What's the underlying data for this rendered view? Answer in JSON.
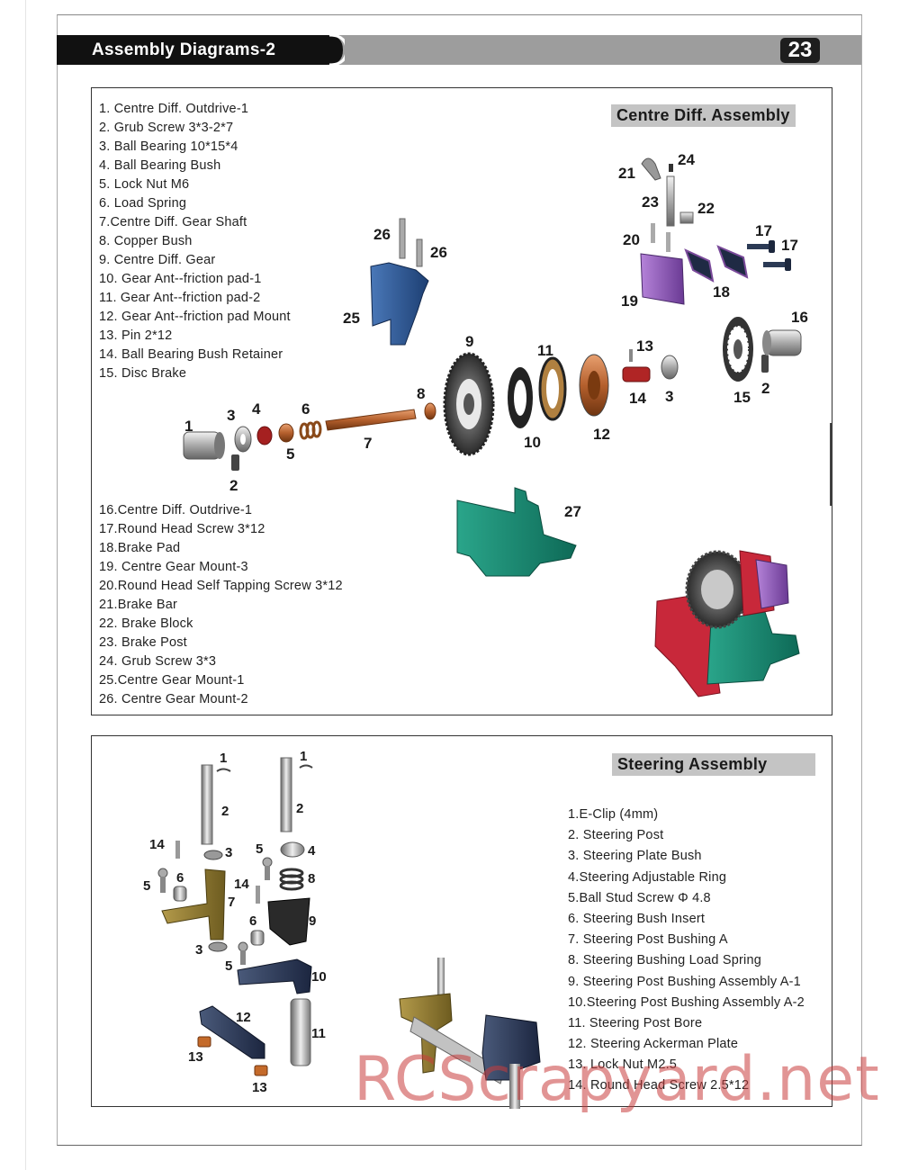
{
  "header": {
    "title": "Assembly Diagrams-2",
    "page_number": "23"
  },
  "centre_diff": {
    "title": "Centre Diff. Assembly",
    "parts_a": [
      "1. Centre Diff. Outdrive-1",
      "2. Grub Screw 3*3-2*7",
      "3. Ball Bearing 10*15*4",
      "4. Ball Bearing Bush",
      "5. Lock Nut M6",
      "6. Load Spring",
      "7.Centre Diff. Gear Shaft",
      "8. Copper Bush",
      "9. Centre Diff. Gear",
      "10. Gear Ant--friction pad-1",
      "11. Gear Ant--friction pad-2",
      "12. Gear Ant--friction pad Mount",
      "13. Pin 2*12",
      "14. Ball Bearing Bush Retainer",
      "15. Disc Brake"
    ],
    "parts_b": [
      "16.Centre Diff. Outdrive-1",
      "17.Round Head Screw 3*12",
      "18.Brake Pad",
      "19. Centre Gear Mount-3",
      "20.Round Head Self  Tapping Screw 3*12",
      "21.Brake Bar",
      "22. Brake Block",
      "23. Brake Post",
      "24. Grub Screw 3*3",
      "25.Centre Gear Mount-1",
      "26. Centre Gear Mount-2"
    ],
    "callouts": [
      "1",
      "2",
      "3",
      "4",
      "5",
      "6",
      "7",
      "8",
      "9",
      "10",
      "11",
      "12",
      "13",
      "14",
      "3",
      "15",
      "2",
      "16",
      "17",
      "17",
      "18",
      "19",
      "20",
      "21",
      "22",
      "23",
      "24",
      "25",
      "26",
      "26",
      "27"
    ]
  },
  "steering": {
    "title": "Steering Assembly",
    "parts": [
      "1.E-Clip (4mm)",
      "2. Steering Post",
      "3. Steering Plate Bush",
      "4.Steering Adjustable Ring",
      "5.Ball Stud Screw Φ 4.8",
      "6. Steering Bush Insert",
      "7. Steering Post Bushing A",
      "8. Steering Bushing Load Spring",
      "9. Steering Post Bushing Assembly A-1",
      "10.Steering Post Bushing Assembly A-2",
      "11. Steering Post  Bore",
      "12. Steering Ackerman Plate",
      "13. Lock Nut M2.5",
      "14. Round Head Screw 2.5*12"
    ],
    "callouts": [
      "1",
      "1",
      "2",
      "2",
      "14",
      "3",
      "5",
      "4",
      "5",
      "6",
      "14",
      "8",
      "7",
      "9",
      "6",
      "3",
      "5",
      "10",
      "12",
      "11",
      "13",
      "13"
    ]
  },
  "watermark": "RCScrapyard.net"
}
